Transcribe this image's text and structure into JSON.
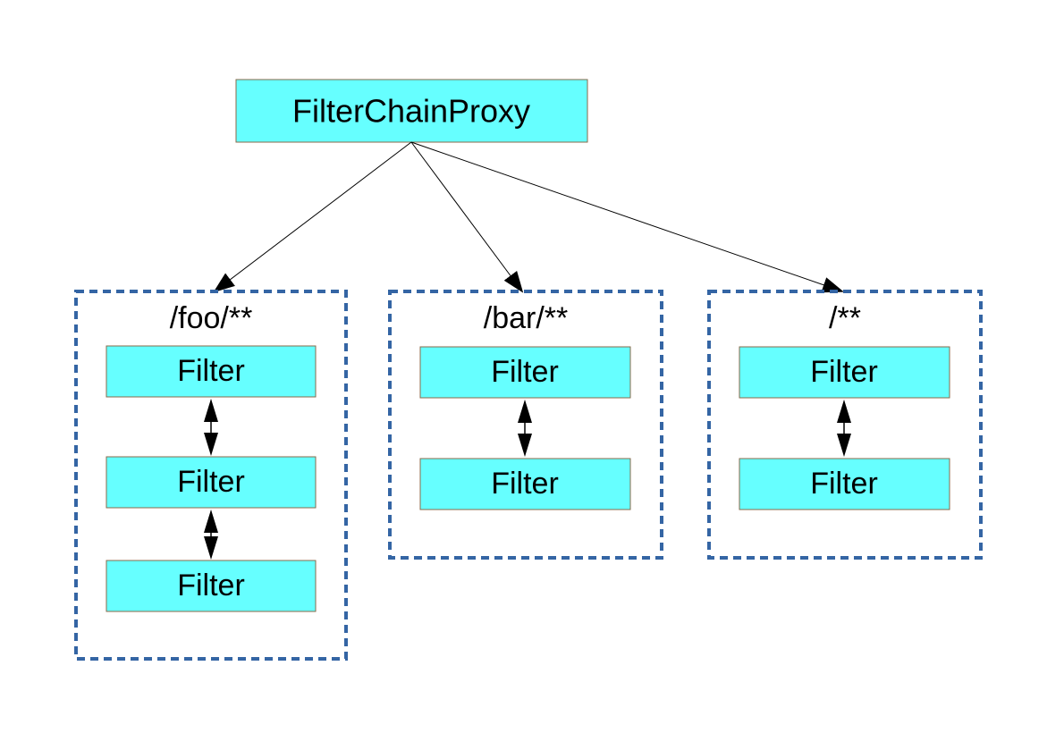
{
  "root": {
    "label": "FilterChainProxy"
  },
  "chains": [
    {
      "pattern": "/foo/**",
      "filters": [
        "Filter",
        "Filter",
        "Filter"
      ]
    },
    {
      "pattern": "/bar/**",
      "filters": [
        "Filter",
        "Filter"
      ]
    },
    {
      "pattern": "/**",
      "filters": [
        "Filter",
        "Filter"
      ]
    }
  ],
  "colors": {
    "box_fill": "#66ffff",
    "box_border": "#8a6a4a",
    "chain_border": "#3465a4",
    "arrow": "#000000"
  }
}
